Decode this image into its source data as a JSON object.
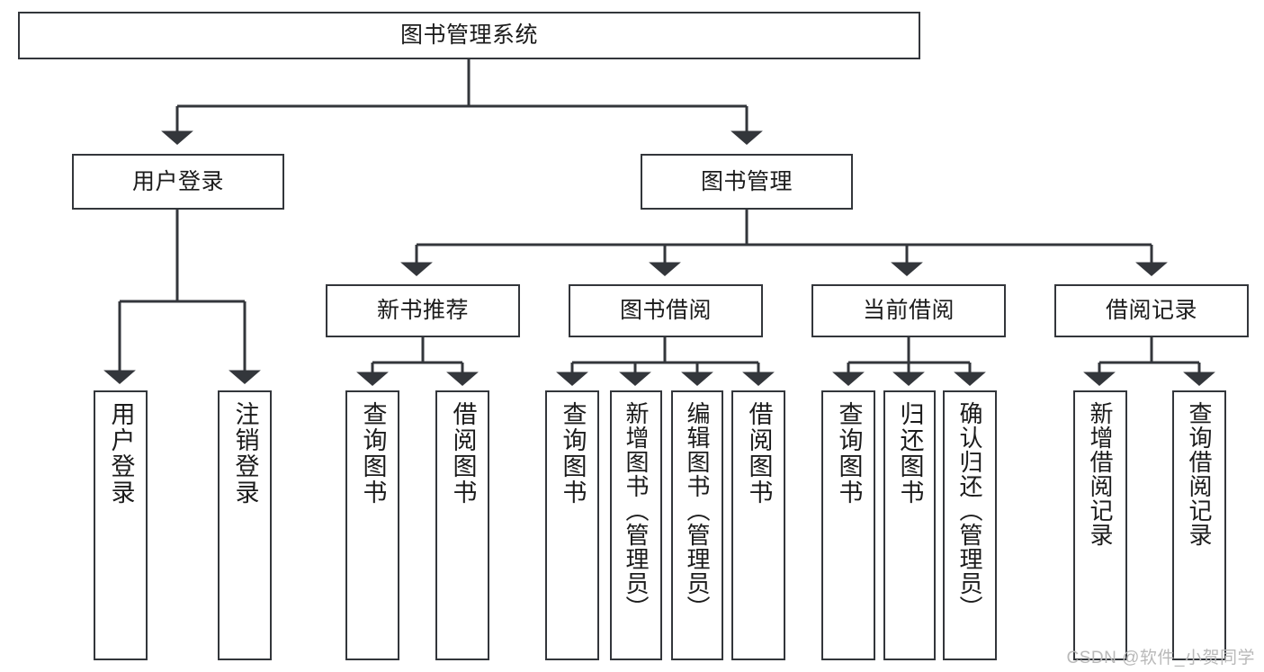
{
  "diagram": {
    "type": "tree",
    "title": "图书管理系统",
    "watermark": "CSDN @软件_小贺同学",
    "colors": {
      "stroke": "#33363b",
      "background": "#ffffff",
      "text": "#1b1b1b",
      "watermark": "#b9b9b9"
    },
    "levels": {
      "root": {
        "label": "图书管理系统"
      },
      "level1": [
        {
          "id": "user-login",
          "label": "用户登录"
        },
        {
          "id": "book-management",
          "label": "图书管理"
        }
      ],
      "level2": [
        {
          "id": "new-book-recommend",
          "label": "新书推荐",
          "parent": "book-management"
        },
        {
          "id": "book-borrow",
          "label": "图书借阅",
          "parent": "book-management"
        },
        {
          "id": "current-borrow",
          "label": "当前借阅",
          "parent": "book-management"
        },
        {
          "id": "borrow-record",
          "label": "借阅记录",
          "parent": "book-management"
        }
      ],
      "leaves": [
        {
          "id": "leaf-user-login",
          "label": "用户登录",
          "parent": "user-login"
        },
        {
          "id": "leaf-logout-login",
          "label": "注销登录",
          "parent": "user-login"
        },
        {
          "id": "leaf-query-book-1",
          "label": "查询图书",
          "parent": "new-book-recommend"
        },
        {
          "id": "leaf-borrow-book-1",
          "label": "借阅图书",
          "parent": "new-book-recommend"
        },
        {
          "id": "leaf-query-book-2",
          "label": "查询图书",
          "parent": "book-borrow"
        },
        {
          "id": "leaf-add-book",
          "label": "新增图书（管理员）",
          "parent": "book-borrow"
        },
        {
          "id": "leaf-edit-book",
          "label": "编辑图书（管理员）",
          "parent": "book-borrow"
        },
        {
          "id": "leaf-borrow-book-2",
          "label": "借阅图书",
          "parent": "book-borrow"
        },
        {
          "id": "leaf-query-book-3",
          "label": "查询图书",
          "parent": "current-borrow"
        },
        {
          "id": "leaf-return-book",
          "label": "归还图书",
          "parent": "current-borrow"
        },
        {
          "id": "leaf-confirm-return",
          "label": "确认归还（管理员）",
          "parent": "current-borrow"
        },
        {
          "id": "leaf-add-record",
          "label": "新增借阅记录",
          "parent": "borrow-record"
        },
        {
          "id": "leaf-query-record",
          "label": "查询借阅记录",
          "parent": "borrow-record"
        }
      ]
    }
  }
}
